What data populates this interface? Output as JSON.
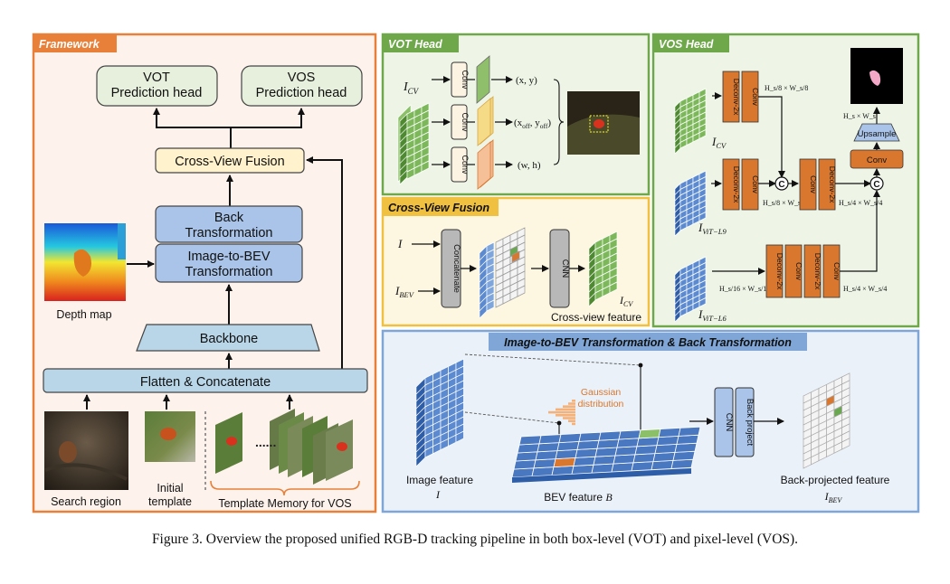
{
  "framework": {
    "panel_title": "Framework",
    "vot_head_label": "VOT\nPrediction head",
    "vos_head_label": "VOS\nPrediction head",
    "cross_view_fusion": "Cross-View Fusion",
    "back_transformation": "Back\nTransformation",
    "image_to_bev": "Image-to-BEV\nTransformation",
    "depth_map": "Depth map",
    "backbone": "Backbone",
    "flatten_concat": "Flatten & Concatenate",
    "search_region": "Search region",
    "initial_template": "Initial\ntemplate",
    "template_memory": "Template Memory for VOS",
    "dots": "......"
  },
  "vot_head": {
    "panel_title": "VOT Head",
    "input_main": "I",
    "input_sub": "CV",
    "conv": "Conv",
    "out1": "(x, y)",
    "out2_a": "(x",
    "out2_sub1": "off",
    "out2_b": ", y",
    "out2_sub2": "off",
    "out2_c": ")",
    "out3": "(w, h)"
  },
  "vos_head": {
    "panel_title": "VOS Head",
    "deconv": "Deconv-2x",
    "conv": "Conv",
    "upsample": "Upsample",
    "in1_main": "I",
    "in1_sub": "CV",
    "in2_main": "I",
    "in2_sub": "ViT−L9",
    "in3_main": "I",
    "in3_sub": "ViT−L6",
    "dim_8": "H_s/8 × W_s/8",
    "dim_4": "H_s/4 × W_s/4",
    "dim_16": "H_s/16 × W_s/16",
    "dim_full": "H_s × W_s",
    "concat_symbol": "C"
  },
  "cross_view": {
    "panel_title": "Cross-View Fusion",
    "input_i": "I",
    "input_bev_main": "I",
    "input_bev_sub": "BEV",
    "concatenate": "Concatenate",
    "cnn": "CNN",
    "out_main": "I",
    "out_sub": "CV",
    "feature_label": "Cross-view feature"
  },
  "bev": {
    "panel_title": "Image-to-BEV Transformation & Back Transformation",
    "gaussian": "Gaussian\ndistribution",
    "image_feature": "Image feature",
    "image_feature_symbol": "I",
    "bev_feature": "BEV feature",
    "bev_feature_symbol": "B",
    "cnn": "CNN",
    "back_project": "Back project",
    "back_projected": "Back-projected feature",
    "out_main": "I",
    "out_sub": "BEV"
  },
  "caption": "Figure 3. Overview the proposed unified RGB-D tracking pipeline in both box-level (VOT) and pixel-level (VOS).",
  "colors": {
    "framework_border": "#e8803a",
    "framework_bg": "#fdf3ec",
    "green_border": "#6fa84a",
    "green_bg": "#eef5e7",
    "yellow_border": "#f0c040",
    "yellow_bg": "#fdf6e0",
    "blue_border": "#7fa6d6",
    "blue_bg": "#eaf1f9",
    "box_blue": "#a9c4e8",
    "box_green": "#e6f0dc",
    "box_yellow": "#fff2cc",
    "orange_block": "#d9772e",
    "feature_green": "#6aa84f",
    "feature_blue": "#4a78c0"
  }
}
